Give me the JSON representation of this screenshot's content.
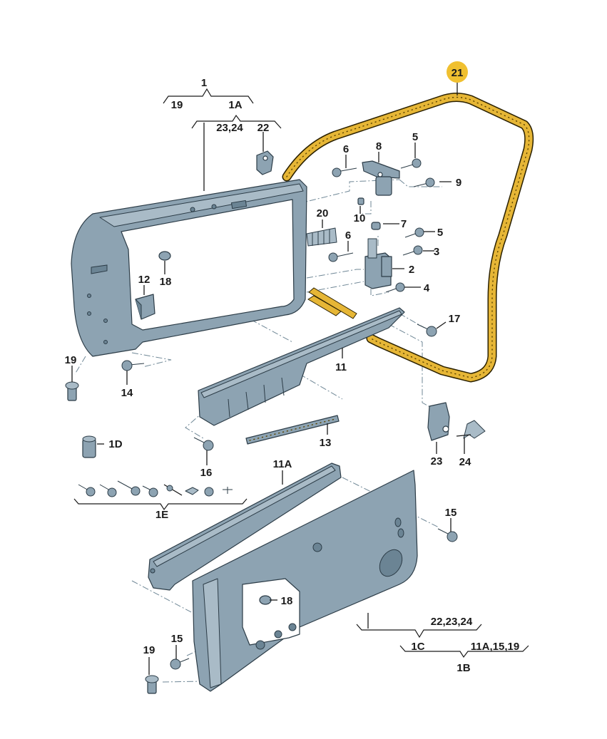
{
  "diagram": {
    "title": "Door exploded parts diagram",
    "highlight_color": "#f0c030",
    "part_color": "#8da3b2",
    "seal_color": "#e6b636",
    "highlighted_part": "21",
    "callouts": {
      "p1": "1",
      "p19_top": "19",
      "p1A": "1A",
      "p2324_top": "23,24",
      "p22": "22",
      "p21": "21",
      "p6_top": "6",
      "p8": "8",
      "p5_top": "5",
      "p9": "9",
      "p10": "10",
      "p20": "20",
      "p7": "7",
      "p5_mid": "5",
      "p6_mid": "6",
      "p3": "3",
      "p2": "2",
      "p4": "4",
      "p18_top": "18",
      "p12": "12",
      "p17": "17",
      "p19_left": "19",
      "p14": "14",
      "p11": "11",
      "p13": "13",
      "p23": "23",
      "p24": "24",
      "p1D": "1D",
      "p16": "16",
      "p11A": "11A",
      "p1E": "1E",
      "p15_right": "15",
      "p18_bottom": "18",
      "p222324": "22,23,24",
      "p1C": "1C",
      "p11A1519": "11A,15,19",
      "p1B": "1B",
      "p15_bottom": "15",
      "p19_bottom": "19"
    }
  }
}
